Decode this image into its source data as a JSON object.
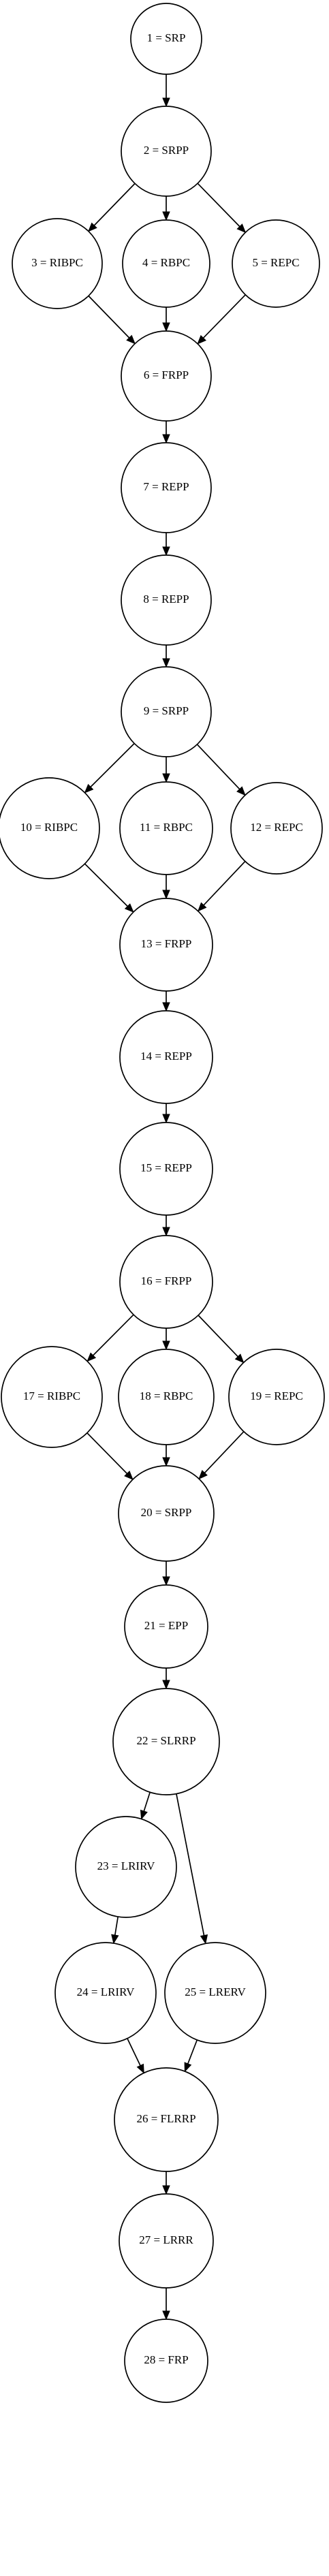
{
  "diagram": {
    "type": "directed-graph",
    "colors": {
      "background": "#ffffff",
      "stroke": "#000000",
      "node_fill": "#ffffff",
      "text": "#000000"
    },
    "nodes": [
      {
        "id": "1",
        "label": "1 = SRP"
      },
      {
        "id": "2",
        "label": "2 = SRPP"
      },
      {
        "id": "3",
        "label": "3 = RIBPC"
      },
      {
        "id": "4",
        "label": "4 = RBPC"
      },
      {
        "id": "5",
        "label": "5 = REPC"
      },
      {
        "id": "6",
        "label": "6 = FRPP"
      },
      {
        "id": "7",
        "label": "7 = REPP"
      },
      {
        "id": "8",
        "label": "8 = REPP"
      },
      {
        "id": "9",
        "label": "9 = SRPP"
      },
      {
        "id": "10",
        "label": "10 = RIBPC"
      },
      {
        "id": "11",
        "label": "11 = RBPC"
      },
      {
        "id": "12",
        "label": "12 = REPC"
      },
      {
        "id": "13",
        "label": "13 = FRPP"
      },
      {
        "id": "14",
        "label": "14 = REPP"
      },
      {
        "id": "15",
        "label": "15 = REPP"
      },
      {
        "id": "16",
        "label": "16 = FRPP"
      },
      {
        "id": "17",
        "label": "17 = RIBPC"
      },
      {
        "id": "18",
        "label": "18 = RBPC"
      },
      {
        "id": "19",
        "label": "19 = REPC"
      },
      {
        "id": "20",
        "label": "20 = SRPP"
      },
      {
        "id": "21",
        "label": "21 = EPP"
      },
      {
        "id": "22",
        "label": "22 = SLRRP"
      },
      {
        "id": "23",
        "label": "23 = LRIRV"
      },
      {
        "id": "24",
        "label": "24 = LRIRV"
      },
      {
        "id": "25",
        "label": "25 = LRERV"
      },
      {
        "id": "26",
        "label": "26 = FLRRP"
      },
      {
        "id": "27",
        "label": "27 = LRRR"
      },
      {
        "id": "28",
        "label": "28 = FRP"
      }
    ],
    "edges": [
      {
        "from": "1",
        "to": "2"
      },
      {
        "from": "2",
        "to": "3"
      },
      {
        "from": "2",
        "to": "4"
      },
      {
        "from": "2",
        "to": "5"
      },
      {
        "from": "3",
        "to": "6"
      },
      {
        "from": "4",
        "to": "6"
      },
      {
        "from": "5",
        "to": "6"
      },
      {
        "from": "6",
        "to": "7"
      },
      {
        "from": "7",
        "to": "8"
      },
      {
        "from": "8",
        "to": "9"
      },
      {
        "from": "9",
        "to": "10"
      },
      {
        "from": "9",
        "to": "11"
      },
      {
        "from": "9",
        "to": "12"
      },
      {
        "from": "10",
        "to": "13"
      },
      {
        "from": "11",
        "to": "13"
      },
      {
        "from": "12",
        "to": "13"
      },
      {
        "from": "13",
        "to": "14"
      },
      {
        "from": "14",
        "to": "15"
      },
      {
        "from": "15",
        "to": "16"
      },
      {
        "from": "16",
        "to": "17"
      },
      {
        "from": "16",
        "to": "18"
      },
      {
        "from": "16",
        "to": "19"
      },
      {
        "from": "17",
        "to": "20"
      },
      {
        "from": "18",
        "to": "20"
      },
      {
        "from": "19",
        "to": "20"
      },
      {
        "from": "20",
        "to": "21"
      },
      {
        "from": "21",
        "to": "22"
      },
      {
        "from": "22",
        "to": "23"
      },
      {
        "from": "22",
        "to": "25"
      },
      {
        "from": "23",
        "to": "24"
      },
      {
        "from": "24",
        "to": "26"
      },
      {
        "from": "25",
        "to": "26"
      },
      {
        "from": "26",
        "to": "27"
      },
      {
        "from": "27",
        "to": "28"
      }
    ]
  }
}
